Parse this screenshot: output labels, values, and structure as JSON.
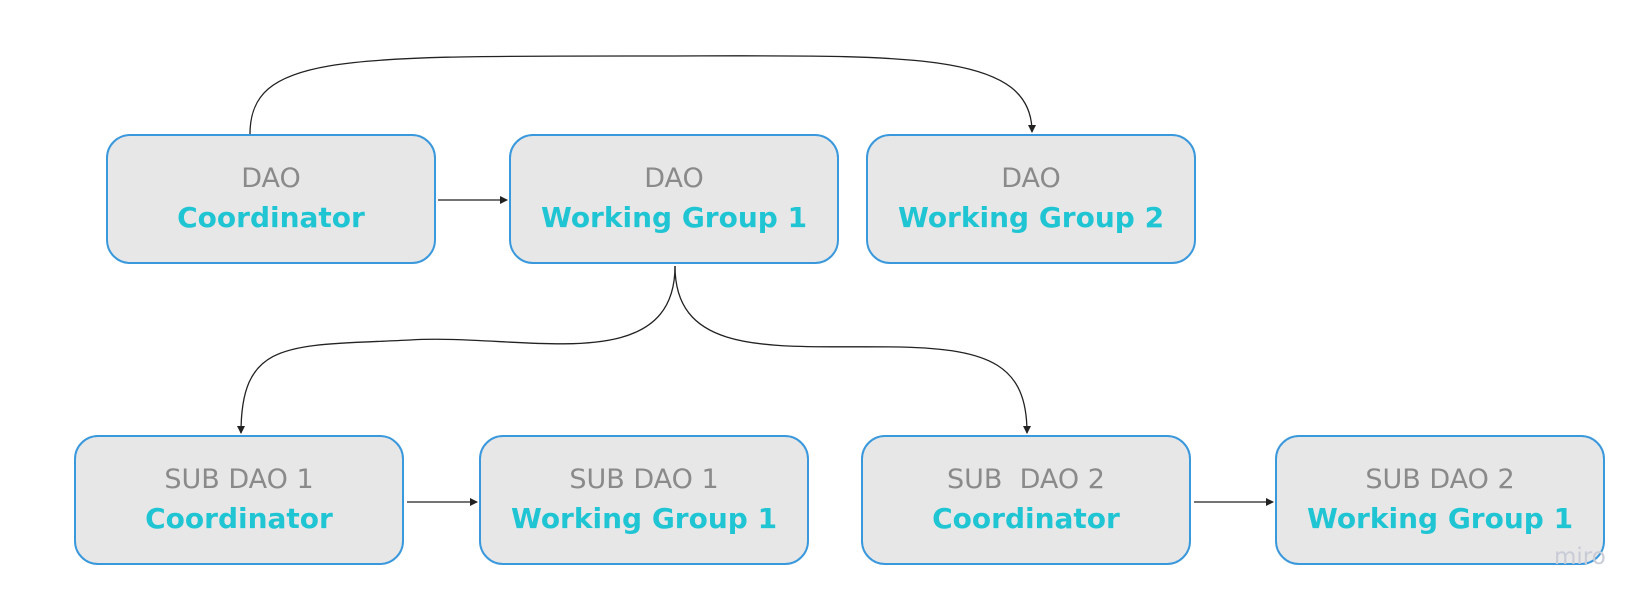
{
  "nodes": {
    "top_coordinator": {
      "kind": "DAO",
      "role": "Coordinator"
    },
    "top_wg1": {
      "kind": "DAO",
      "role": "Working Group 1"
    },
    "top_wg2": {
      "kind": "DAO",
      "role": "Working Group 2"
    },
    "sub1_coordinator": {
      "kind": "SUB DAO 1",
      "role": "Coordinator"
    },
    "sub1_wg1": {
      "kind": "SUB DAO 1",
      "role": "Working Group 1"
    },
    "sub2_coordinator": {
      "kind": "SUB  DAO 2",
      "role": "Coordinator"
    },
    "sub2_wg1": {
      "kind": "SUB DAO 2",
      "role": "Working Group 1"
    }
  },
  "edges": [
    {
      "from": "top_coordinator",
      "to": "top_wg2"
    },
    {
      "from": "top_coordinator",
      "to": "top_wg1"
    },
    {
      "from": "top_wg1",
      "to": "sub1_coordinator"
    },
    {
      "from": "top_wg1",
      "to": "sub2_coordinator"
    },
    {
      "from": "sub1_coordinator",
      "to": "sub1_wg1"
    },
    {
      "from": "sub2_coordinator",
      "to": "sub2_wg1"
    }
  ],
  "colors": {
    "node_fill": "#e7e7e7",
    "node_border": "#3a98dc",
    "kind_text": "#8a8a8a",
    "role_text": "#20c5d3",
    "connector": "#222222"
  },
  "watermark": "miro"
}
